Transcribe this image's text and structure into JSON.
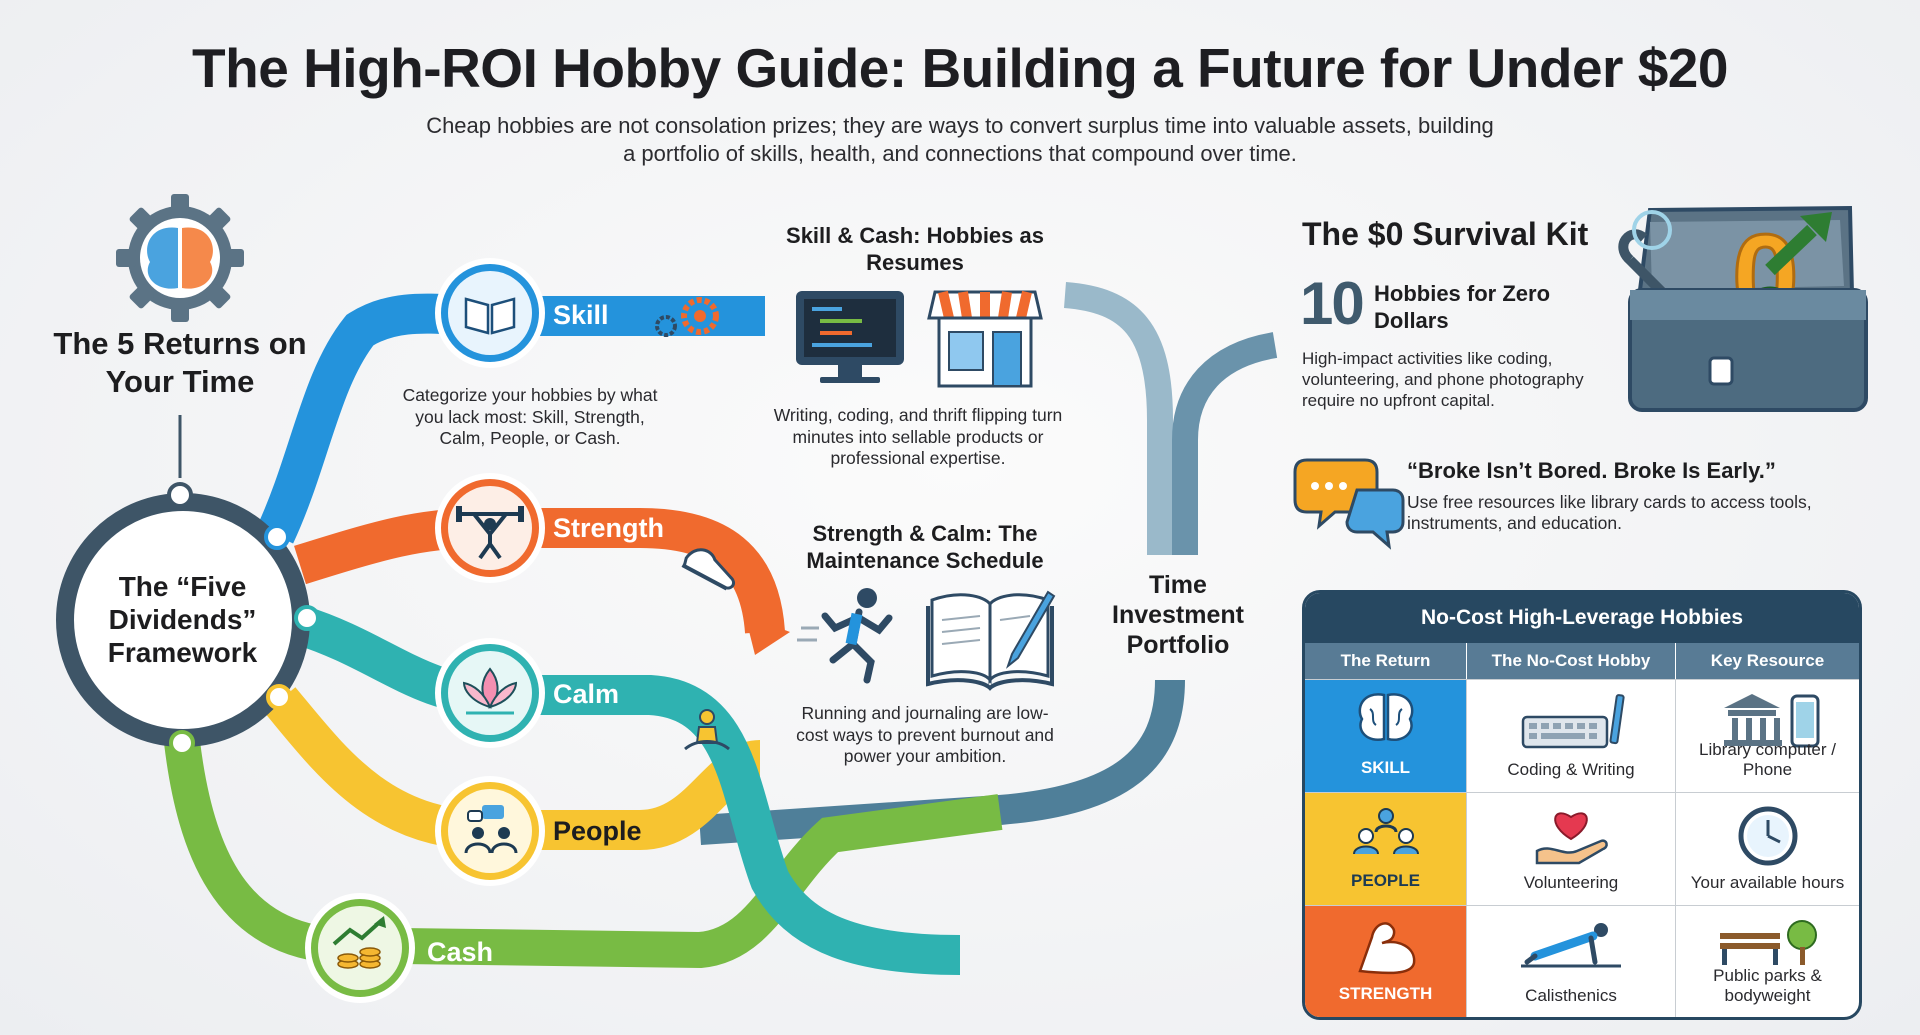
{
  "header": {
    "title": "The High-ROI Hobby Guide: Building a Future for Under $20",
    "subtitle": "Cheap hobbies are not consolation prizes; they are ways to convert surplus time into valuable assets, building a portfolio of skills, health, and connections that compound over time."
  },
  "framework": {
    "returns_heading": "The 5 Returns on Your Time",
    "hub_label": "The “Five Dividends” Framework",
    "streams": [
      {
        "label": "Skill",
        "color": "#2493dc",
        "icon": "open-book-icon",
        "accent_icon": "gears-icon"
      },
      {
        "label": "Strength",
        "color": "#f06a2e",
        "icon": "weightlifter-icon",
        "accent_icon": "running-shoe-icon"
      },
      {
        "label": "Calm",
        "color": "#2fb2b1",
        "icon": "lotus-icon",
        "accent_icon": "meditation-icon"
      },
      {
        "label": "People",
        "color": "#f7c431",
        "icon": "group-chat-icon"
      },
      {
        "label": "Cash",
        "color": "#78bb44",
        "icon": "coins-growth-icon"
      }
    ],
    "categorize_caption": "Categorize your hobbies by what you lack most: Skill, Strength, Calm, People, or Cash.",
    "portfolio_label": "Time Investment Portfolio"
  },
  "skill_cash": {
    "heading": "Skill & Cash: Hobbies as Resumes",
    "icons": [
      "computer-code-icon",
      "storefront-icon"
    ],
    "caption": "Writing, coding, and thrift flipping turn minutes into sellable products or professional expertise."
  },
  "strength_calm": {
    "heading": "Strength & Calm: The Maintenance Schedule",
    "icons": [
      "runner-icon",
      "journal-pen-icon"
    ],
    "caption": "Running and journaling are low-cost ways to prevent burnout and power your ambition."
  },
  "survival_kit": {
    "heading": "The $0 Survival Kit",
    "count": "10",
    "count_label": "Hobbies for Zero Dollars",
    "body": "High-impact activities like coding, volunteering, and phone photography require no upfront capital.",
    "icon": "toolbox-icon"
  },
  "quote": {
    "heading": "“Broke Isn’t Bored. Broke Is Early.”",
    "body": "Use free resources like library cards to access tools, instruments, and education.",
    "icon": "speech-bubbles-icon"
  },
  "table": {
    "title": "No-Cost High-Leverage Hobbies",
    "headers": [
      "The Return",
      "The No-Cost Hobby",
      "Key Resource"
    ],
    "rows": [
      {
        "return": "SKILL",
        "return_color": "#2493dc",
        "return_icon": "brain-icon",
        "hobby": "Coding & Writing",
        "hobby_icon": "keyboard-pen-icon",
        "resource": "Library computer / Phone",
        "resource_icon": "library-phone-icon"
      },
      {
        "return": "PEOPLE",
        "return_color": "#f7c431",
        "return_icon": "group-icon",
        "hobby": "Volunteering",
        "hobby_icon": "heart-hand-icon",
        "resource": "Your available hours",
        "resource_icon": "clock-icon"
      },
      {
        "return": "STRENGTH",
        "return_color": "#f06a2e",
        "return_icon": "flexed-arm-icon",
        "hobby": "Calisthenics",
        "hobby_icon": "pushup-icon",
        "resource": "Public parks & bodyweight",
        "resource_icon": "park-bench-icon"
      }
    ]
  }
}
